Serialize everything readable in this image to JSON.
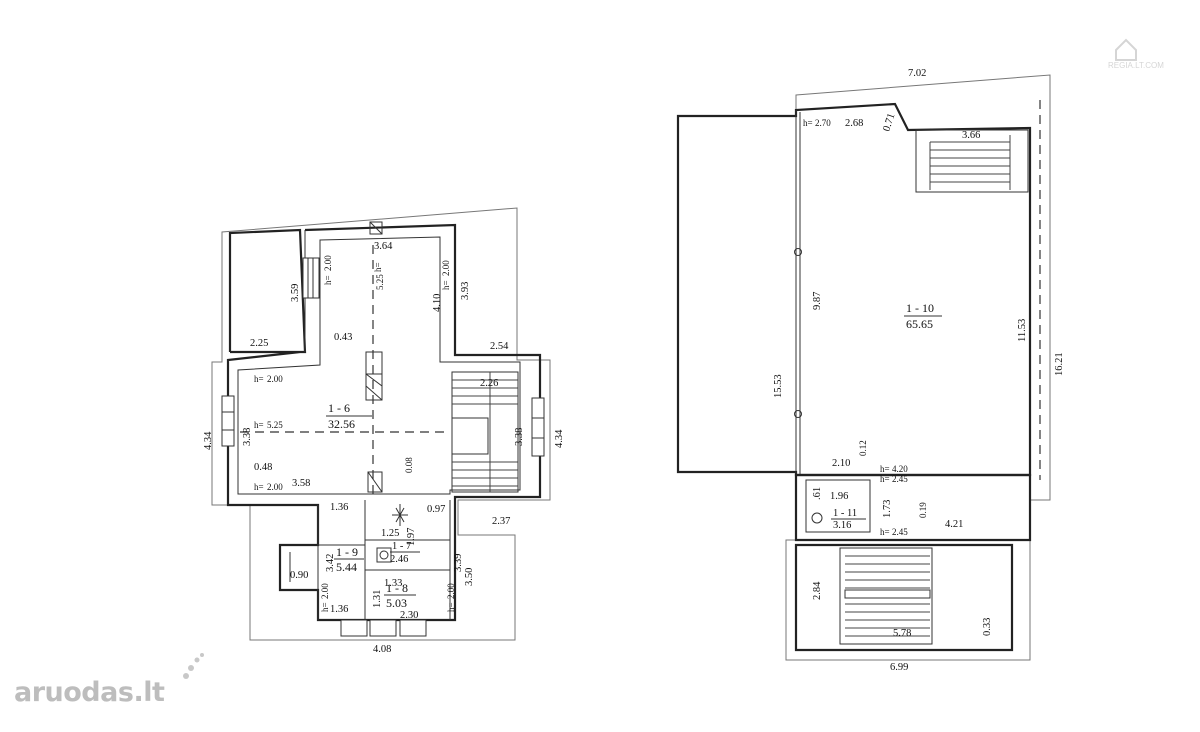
{
  "left_plan": {
    "dims": [
      "3.64",
      "5.25",
      "2.00",
      "2.00",
      "3.59",
      "4.10",
      "3.93",
      "2.25",
      "0.43",
      "2.54",
      "2.00",
      "2.26",
      "4.34",
      "3.38",
      "5.25",
      "3.38",
      "4.34",
      "0.48",
      "0.08",
      "2.00",
      "3.58",
      "1.36",
      "0.97",
      "1.25",
      "1.97",
      "2.37",
      "3.42",
      "0.90",
      "2.00",
      "1.36",
      "3.39",
      "1.33",
      "1.31",
      "2.00",
      "2.30",
      "3.50",
      "4.08"
    ],
    "h_prefix": "h=",
    "rooms": [
      {
        "id": "1 - 6",
        "area": "32.56"
      },
      {
        "id": "1 - 7",
        "area": "2.46"
      },
      {
        "id": "1 - 8",
        "area": "5.03"
      },
      {
        "id": "1 - 9",
        "area": "5.44"
      }
    ]
  },
  "right_plan": {
    "dims": [
      "7.02",
      "2.70",
      "2.68",
      "0.71",
      "3.66",
      "9.87",
      "15.53",
      "11.53",
      "16.21",
      "0.12",
      "2.10",
      "4.20",
      "2.45",
      "1.96",
      ".61",
      "1.73",
      "0.19",
      "2.45",
      "4.21",
      "2.84",
      "5.78",
      "0.33",
      "6.99"
    ],
    "rooms": [
      {
        "id": "1 - 10",
        "area": "65.65"
      },
      {
        "id": "1 - 11",
        "area": "3.16"
      }
    ]
  },
  "brand": {
    "name": "aruodas",
    "tld": ".lt"
  },
  "watermark": "REGIA.LT.COM"
}
